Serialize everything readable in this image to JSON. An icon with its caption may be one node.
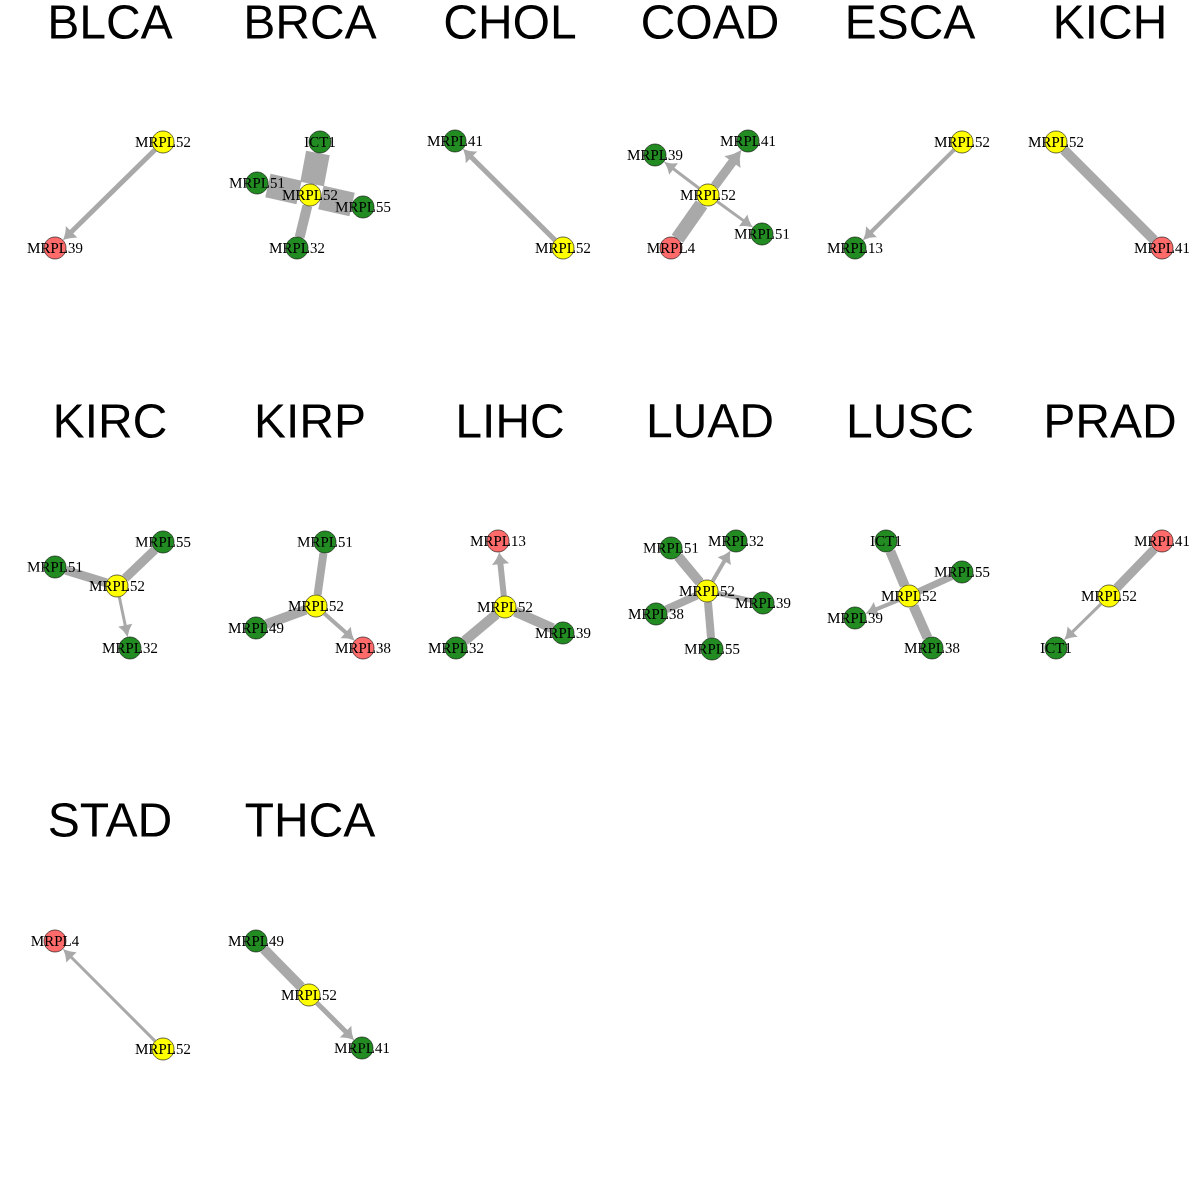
{
  "diagram": {
    "nodes": [
      {
        "text": [
          "MRPL52"
        ]
      },
      {
        "text": [
          "MRPL39"
        ]
      },
      {
        "text": [
          "ICT1"
        ]
      },
      {
        "text": [
          "MRPL51"
        ]
      },
      {
        "text": [
          "MRPL52"
        ]
      },
      {
        "text": [
          "MRPL55"
        ]
      },
      {
        "text": [
          "MRPL32"
        ]
      },
      {
        "text": [
          "MRPL41"
        ]
      },
      {
        "text": [
          "MRPL52"
        ]
      },
      {
        "text": [
          "MRPL41"
        ]
      },
      {
        "text": [
          "MRPL39"
        ]
      },
      {
        "text": [
          "MRPL52"
        ]
      },
      {
        "text": [
          "MRPL51"
        ]
      },
      {
        "text": [
          "MRPL4"
        ]
      },
      {
        "text": [
          "MRPL52"
        ]
      },
      {
        "text": [
          "MRPL13"
        ]
      },
      {
        "text": [
          "MRPL52"
        ]
      },
      {
        "text": [
          "MRPL41"
        ]
      },
      {
        "text": [
          "MRPL55"
        ]
      },
      {
        "text": [
          "MRPL51"
        ]
      },
      {
        "text": [
          "MRPL52"
        ]
      },
      {
        "text": [
          "MRPL32"
        ]
      },
      {
        "text": [
          "MRPL51"
        ]
      },
      {
        "text": [
          "MRPL52"
        ]
      },
      {
        "text": [
          "MRPL49"
        ]
      },
      {
        "text": [
          "MRPL38"
        ]
      },
      {
        "text": [
          "MRPL13"
        ]
      },
      {
        "text": [
          "MRPL52"
        ]
      },
      {
        "text": [
          "MRPL39"
        ]
      },
      {
        "text": [
          "MRPL32"
        ]
      },
      {
        "text": [
          "MRPL32"
        ]
      },
      {
        "text": [
          "MRPL51"
        ]
      },
      {
        "text": [
          "MRPL52"
        ]
      },
      {
        "text": [
          "MRPL39"
        ]
      },
      {
        "text": [
          "MRPL38"
        ]
      },
      {
        "text": [
          "MRPL55"
        ]
      },
      {
        "text": [
          "ICT1"
        ]
      },
      {
        "text": [
          "MRPL55"
        ]
      },
      {
        "text": [
          "MRPL52"
        ]
      },
      {
        "text": [
          "MRPL39"
        ]
      },
      {
        "text": [
          "MRPL38"
        ]
      },
      {
        "text": [
          "MRPL41"
        ]
      },
      {
        "text": [
          "MRPL52"
        ]
      },
      {
        "text": [
          "ICT1"
        ]
      },
      {
        "text": [
          "MRPL4"
        ]
      },
      {
        "text": [
          "MRPL52"
        ]
      },
      {
        "text": [
          "MRPL49"
        ]
      },
      {
        "text": [
          "MRPL52"
        ]
      },
      {
        "text": [
          "MRPL41"
        ]
      }
    ],
    "edges": [
      {
        "from": 0,
        "to": 1,
        "arrow": "to"
      },
      {
        "from": 4,
        "to": 2,
        "arrow": "none",
        "style": "thick"
      },
      {
        "from": 4,
        "to": 3,
        "arrow": "none",
        "style": "thick"
      },
      {
        "from": 4,
        "to": 5,
        "arrow": "none",
        "style": "thick"
      },
      {
        "from": 4,
        "to": 6,
        "arrow": "none"
      },
      {
        "from": 8,
        "to": 7,
        "arrow": "to"
      },
      {
        "from": 11,
        "to": 10,
        "arrow": "to"
      },
      {
        "from": 11,
        "to": 9,
        "arrow": "to"
      },
      {
        "from": 11,
        "to": 12,
        "arrow": "to"
      },
      {
        "from": 11,
        "to": 13,
        "arrow": "none"
      },
      {
        "from": 14,
        "to": 15,
        "arrow": "to"
      },
      {
        "from": 16,
        "to": 17,
        "arrow": "none"
      },
      {
        "from": 20,
        "to": 18,
        "arrow": "none"
      },
      {
        "from": 20,
        "to": 19,
        "arrow": "none"
      },
      {
        "from": 20,
        "to": 21,
        "arrow": "to"
      },
      {
        "from": 23,
        "to": 22,
        "arrow": "none"
      },
      {
        "from": 23,
        "to": 24,
        "arrow": "none"
      },
      {
        "from": 23,
        "to": 25,
        "arrow": "to"
      },
      {
        "from": 27,
        "to": 26,
        "arrow": "to"
      },
      {
        "from": 27,
        "to": 28,
        "arrow": "none"
      },
      {
        "from": 27,
        "to": 29,
        "arrow": "none"
      },
      {
        "from": 32,
        "to": 30,
        "arrow": "to"
      },
      {
        "from": 32,
        "to": 31,
        "arrow": "none"
      },
      {
        "from": 32,
        "to": 33,
        "arrow": "none"
      },
      {
        "from": 32,
        "to": 34,
        "arrow": "none"
      },
      {
        "from": 32,
        "to": 35,
        "arrow": "none"
      },
      {
        "from": 38,
        "to": 36,
        "arrow": "none"
      },
      {
        "from": 38,
        "to": 37,
        "arrow": "none"
      },
      {
        "from": 38,
        "to": 39,
        "arrow": "to"
      },
      {
        "from": 38,
        "to": 40,
        "arrow": "none"
      },
      {
        "from": 42,
        "to": 41,
        "arrow": "none"
      },
      {
        "from": 42,
        "to": 43,
        "arrow": "to"
      },
      {
        "from": 45,
        "to": 44,
        "arrow": "to"
      },
      {
        "from": 47,
        "to": 46,
        "arrow": "none"
      },
      {
        "from": 47,
        "to": 48,
        "arrow": "to"
      }
    ],
    "labels": [
      "BLCA",
      "BRCA",
      "CHOL",
      "COAD",
      "ESCA",
      "KICH",
      "KIRC",
      "KIRP",
      "LIHC",
      "LUAD",
      "LUSC",
      "PRAD",
      "STAD",
      "THCA"
    ]
  }
}
